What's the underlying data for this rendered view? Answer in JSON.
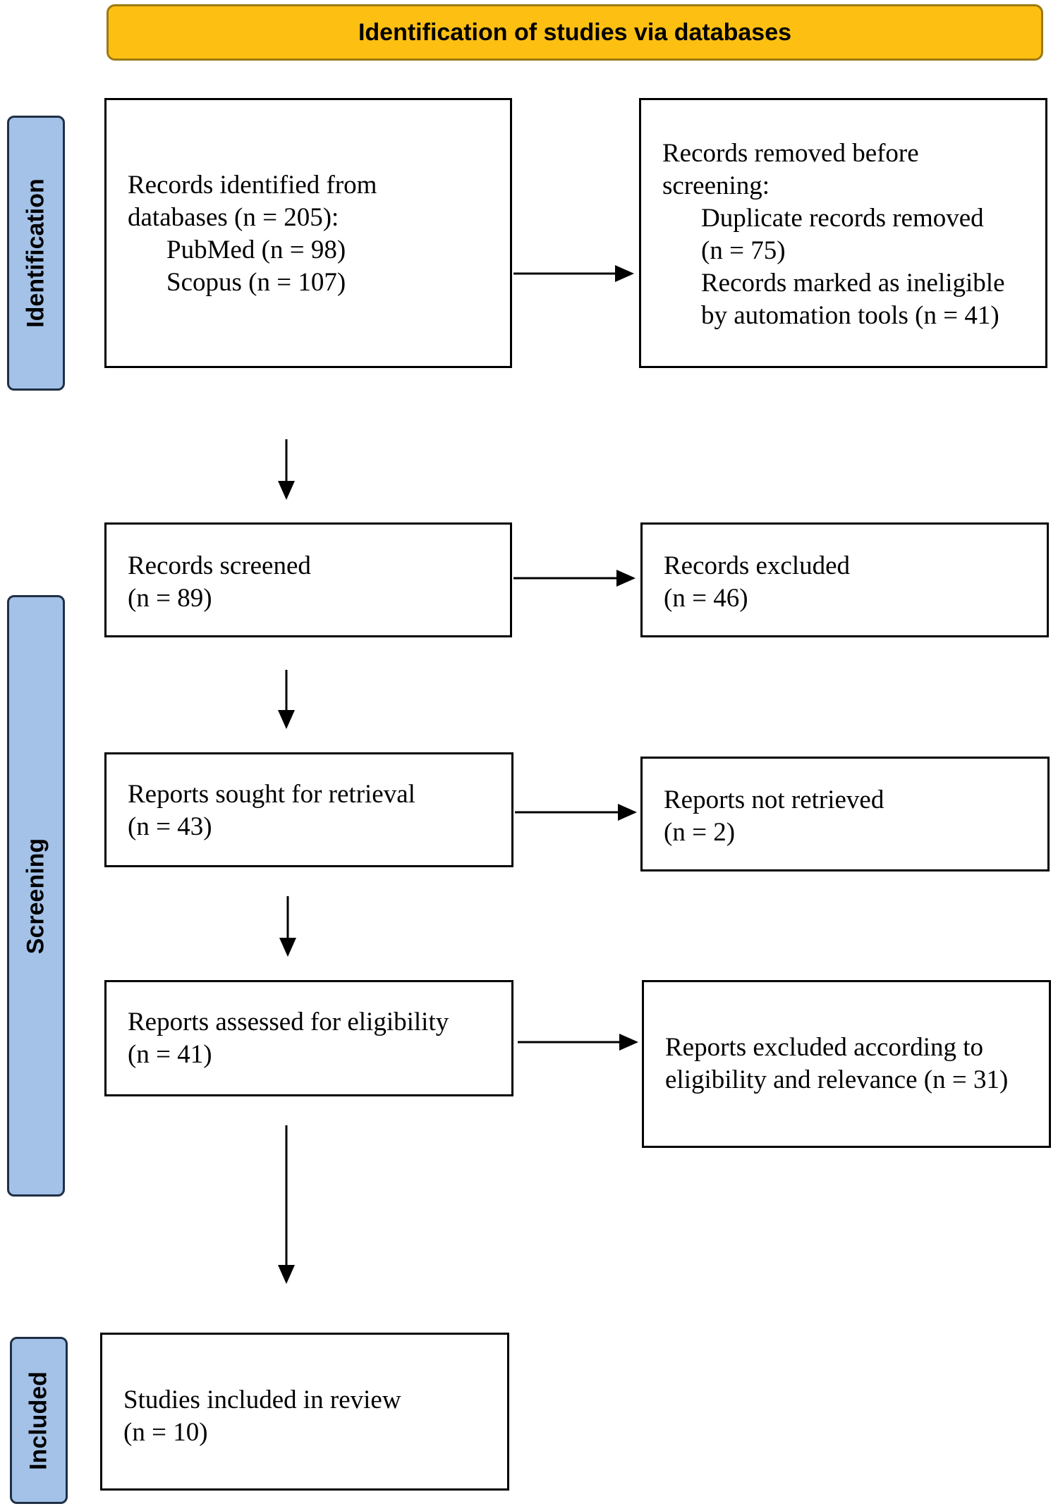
{
  "header": {
    "title": "Identification of studies via databases"
  },
  "phases": {
    "identification": "Identification",
    "screening": "Screening",
    "included": "Included"
  },
  "boxes": {
    "records_identified": {
      "lines": [
        "Records identified from",
        "databases (n = 205):"
      ],
      "indented": [
        "PubMed (n = 98)",
        "Scopus (n = 107)"
      ]
    },
    "removed_before_screening": {
      "lines": [
        "Records removed before",
        "screening:"
      ],
      "indented": [
        "Duplicate records removed",
        "(n = 75)",
        "Records marked as ineligible",
        "by automation tools (n = 41)"
      ]
    },
    "records_screened": {
      "lines": [
        "Records screened",
        "(n = 89)"
      ]
    },
    "records_excluded": {
      "lines": [
        "Records excluded",
        "(n = 46)"
      ]
    },
    "reports_sought": {
      "lines": [
        "Reports sought for retrieval",
        "(n = 43)"
      ]
    },
    "reports_not_retrieved": {
      "lines": [
        "Reports not retrieved",
        "(n = 2)"
      ]
    },
    "reports_assessed": {
      "lines": [
        "Reports assessed for eligibility",
        "(n = 41)"
      ]
    },
    "reports_excluded": {
      "lines": [
        "Reports excluded according to",
        "eligibility and relevance (n = 31)"
      ]
    },
    "studies_included": {
      "lines": [
        "Studies included in review",
        "(n = 10)"
      ]
    }
  }
}
